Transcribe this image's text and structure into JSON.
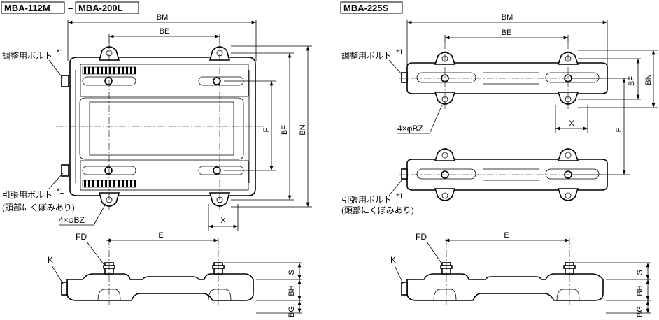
{
  "titles": {
    "left_a": "MBA-112M",
    "dash": "–",
    "left_b": "MBA-200L",
    "right": "MBA-225S"
  },
  "labels": {
    "adjust_bolt": "調整用ボルト",
    "adjust_sup": "*1",
    "pull_bolt": "引張用ボルト",
    "pull_sup": "*1",
    "pull_note": "(頭部にくぼみあり)",
    "holes": "4×φBZ"
  },
  "dims": {
    "BM": "BM",
    "BE": "BE",
    "F": "F",
    "BF": "BF",
    "BN": "BN",
    "X": "X",
    "E": "E",
    "FD": "FD",
    "K": "K",
    "S": "S",
    "BH": "BH",
    "BG": "BG"
  }
}
